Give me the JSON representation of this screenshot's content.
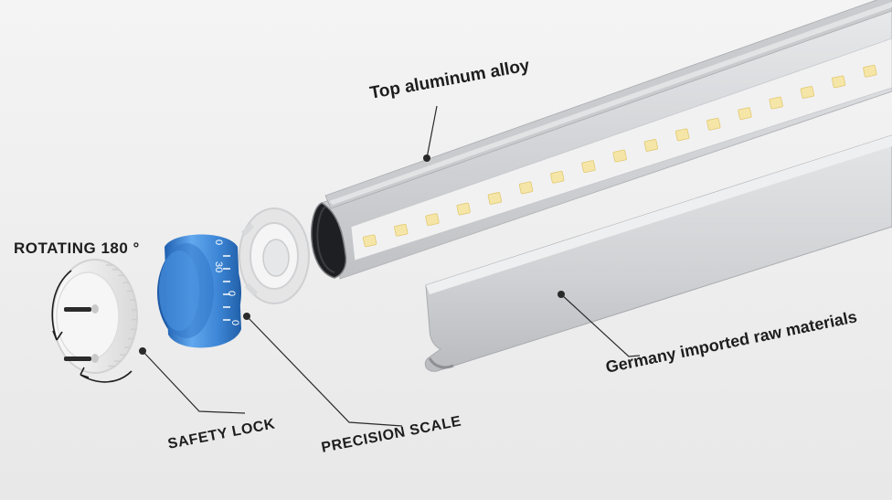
{
  "labels": {
    "top_alloy": "Top aluminum alloy",
    "rotating": "ROTATING 180 °",
    "safety_lock": "SAFETY LOCK",
    "precision_scale": "PRECISION SCALE",
    "germany": "Germany imported raw materials"
  },
  "scale_ticks": [
    "30",
    "0",
    "0",
    "0"
  ],
  "colors": {
    "background": "#efefef",
    "aluminum": "#d7d8da",
    "led_chip": "#f5e6a8",
    "scale_ring": "#3d86d6",
    "leader_line": "#2a2a2a"
  },
  "icons": {
    "rotation": "curved-arrows",
    "pins": "bi-pin-plug"
  }
}
